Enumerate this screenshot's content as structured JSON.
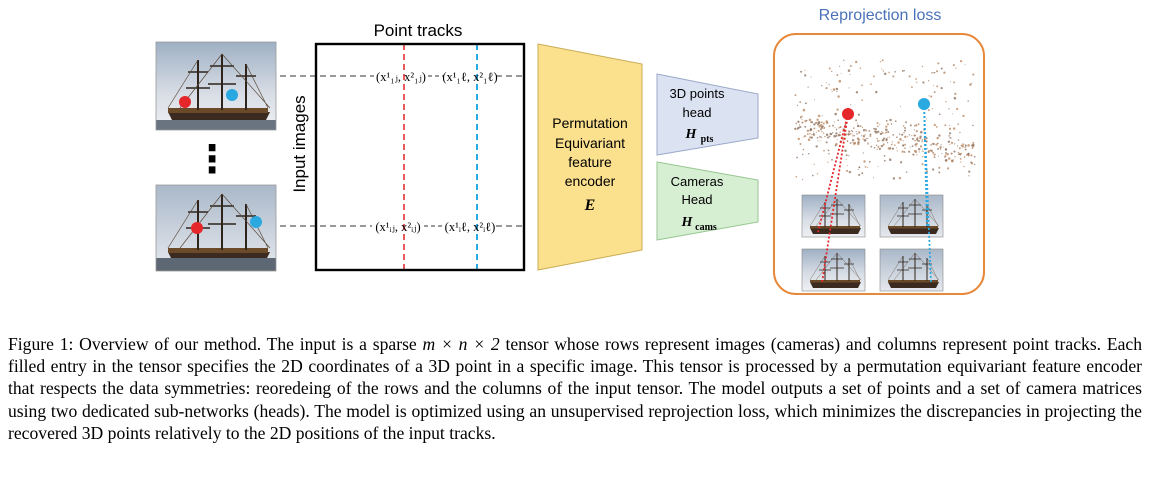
{
  "figure": {
    "point_tracks_label": "Point tracks",
    "input_images_label": "Input images",
    "reprojection_label": "Reprojection loss",
    "encoder_label_lines": [
      "Permutation",
      "Equivariant",
      "feature",
      "encoder"
    ],
    "encoder_symbol": "E",
    "points_head_lines": [
      "3D points",
      "head"
    ],
    "points_head_symbol": "H",
    "points_head_sub": "pts",
    "cams_head_lines": [
      "Cameras",
      "Head"
    ],
    "cams_head_symbol": "H",
    "cams_head_sub": "cams",
    "entry_top_left": "(x¹₁ⱼ, x²₁ⱼ)",
    "entry_top_right": "(x¹₁ℓ, x²₁ℓ)",
    "entry_bottom_left": "(x¹ᵢⱼ, x²ᵢⱼ)",
    "entry_bottom_right": "(x¹ᵢℓ, x²ᵢℓ)",
    "ellipsis": "⋮",
    "colors": {
      "red_track": "#e8585c",
      "blue_track": "#2aa8e0",
      "encoder_fill": "#fbe08e",
      "points_head_fill": "#dbe3f3",
      "cams_head_fill": "#d6efd3",
      "reproj_border": "#e8883a",
      "reproj_title": "#4a72b8"
    }
  },
  "caption": {
    "prefix": "Figure 1: Overview of our method. The input is a sparse ",
    "math": "m × n × 2",
    "suffix": " tensor whose rows represent images (cameras) and columns represent point tracks. Each filled entry in the tensor specifies the 2D coordinates of a 3D point in a specific image. This tensor is processed by a permutation equivariant feature encoder that respects the data symmetries: reoredeing of the rows and the columns of the input tensor. The model outputs a set of points and a set of camera matrices using two dedicated sub-networks (heads). The model is optimized using an unsupervised reprojection loss, which minimizes the discrepancies in projecting the recovered 3D points relatively to the 2D positions of the input tracks."
  }
}
